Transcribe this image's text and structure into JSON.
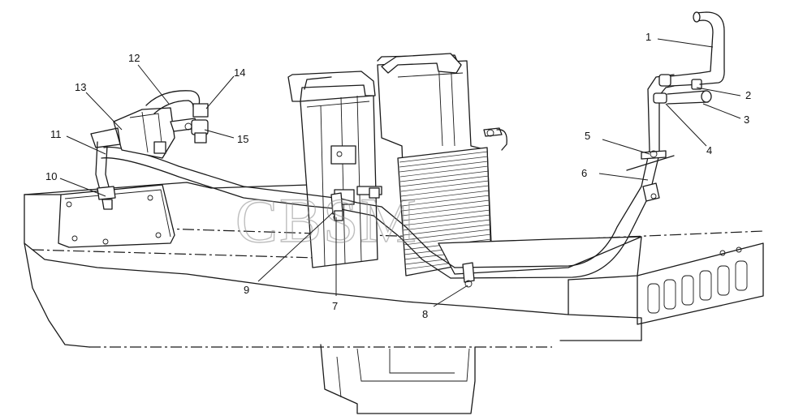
{
  "watermark": "CBSM",
  "callouts": [
    {
      "label": "1"
    },
    {
      "label": "2"
    },
    {
      "label": "3"
    },
    {
      "label": "4"
    },
    {
      "label": "5"
    },
    {
      "label": "6"
    },
    {
      "label": "7"
    },
    {
      "label": "8"
    },
    {
      "label": "9"
    },
    {
      "label": "10"
    },
    {
      "label": "11"
    },
    {
      "label": "12"
    },
    {
      "label": "13"
    },
    {
      "label": "14"
    },
    {
      "label": "15"
    }
  ]
}
